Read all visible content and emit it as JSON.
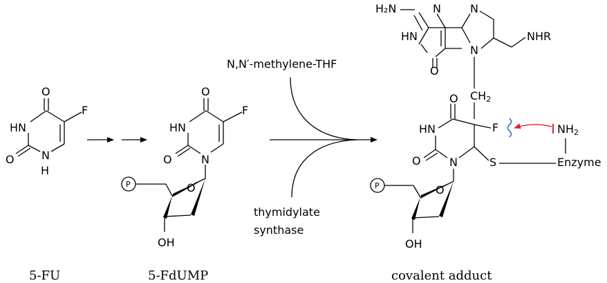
{
  "atoms": {
    "oxygen": "O",
    "nitrogen": "N",
    "nh": "HN",
    "nh_lower": "N",
    "h": "H",
    "fluorine": "F",
    "sulfur": "S",
    "hydroxyl": "OH",
    "phosphate": "P",
    "nhr": "NHR",
    "h2n": "H₂N",
    "ch2": "CH",
    "ch2_sub": "2",
    "nh2": "NH",
    "nh2_sub": "2",
    "enzyme": "Enzyme"
  },
  "reagents": {
    "cofactor": "N,N′-methylene-THF",
    "enzyme_line1": "thymidylate",
    "enzyme_line2": "synthase"
  },
  "captions": {
    "fu": "5-FU",
    "fdump": "5-FdUMP",
    "adduct": "covalent adduct"
  },
  "colors": {
    "ink": "#000000",
    "attack_arrow": "#e0202e",
    "fluorine_highlight": "#2a62b8",
    "cleave_mark": "#2a62b8"
  }
}
